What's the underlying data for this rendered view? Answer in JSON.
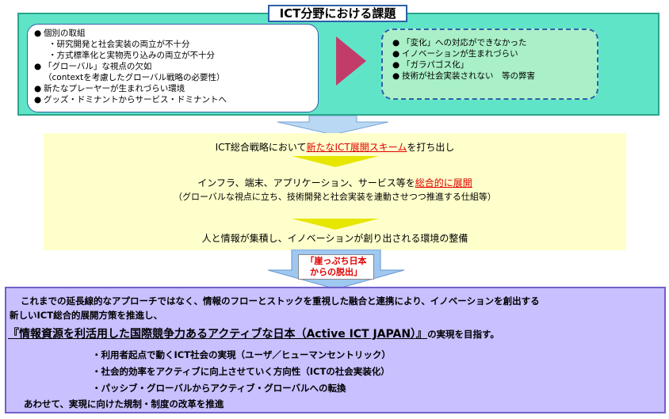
{
  "top": {
    "title": "ICT分野における課題",
    "left_items": [
      {
        "bullet": "●",
        "text": "個別の取組"
      },
      {
        "bullet": "",
        "text": "・研究開発と社会実装の両立が不十分"
      },
      {
        "bullet": "",
        "text": "・方式標準化と実物売り込みの両立が不十分"
      },
      {
        "bullet": "●",
        "text": "「グローバル」な視点の欠如"
      },
      {
        "bullet": "",
        "text": "（contextを考慮したグローバル戦略の必要性）"
      },
      {
        "bullet": "●",
        "text": "新たなプレーヤーが生まれづらい環境"
      },
      {
        "bullet": "●",
        "text": "グッズ・ドミナントからサービス・ドミナントへ"
      }
    ],
    "right_items": [
      "「変化」への対応ができなかった",
      "イノベーションが生まれづらい",
      "「ガラパゴス化」",
      "技術が社会実装されない　等の弊害"
    ],
    "bullet": "●"
  },
  "middle": {
    "line1_pre": "ICT総合戦略において",
    "line1_highlight": "新たなICT展開スキーム",
    "line1_post": "を打ち出し",
    "line2_pre": "インフラ、端末、アプリケーション、サービス等を",
    "line2_highlight": "総合的に展開",
    "line3": "（グローバルな視点に立ち、技術開発と社会実装を連動させつつ推進する仕組等）",
    "line4": "人と情報が集積し、イノベーションが創り出される環境の整備"
  },
  "exit": {
    "line1": "「崖っぷち日本",
    "line2": "からの脱出」"
  },
  "bottom": {
    "line1": "これまでの延長線的なアプローチではなく、情報のフローとストックを重視した融合と連携により、イノベーションを創出する",
    "line2": "新しいICT総合的展開方策を推進し、",
    "goal": "『情報資源を利活用した国際競争力あるアクティブな日本（Active ICT JAPAN）』",
    "goal_tail": "の実現を目指す。",
    "points": [
      "・利用者起点で動くICT社会の実現（ユーザ／ヒューマンセントリック）",
      "・社会的効率をアクティブに向上させていく方向性（ICTの社会実装化）",
      "・パッシブ・グローバルからアクティブ・グローバルへの転換"
    ],
    "last": "あわせて、実現に向けた規制・制度の改革を推進"
  },
  "colors": {
    "teal": "#60e4c8",
    "green_box": "#a9f0c8",
    "magenta_arrow": "#c23c6a",
    "yellow": "#ffffcc",
    "purple": "#c8c0ff",
    "red": "#e00000",
    "blue_arrow": "#9ec8f0"
  }
}
